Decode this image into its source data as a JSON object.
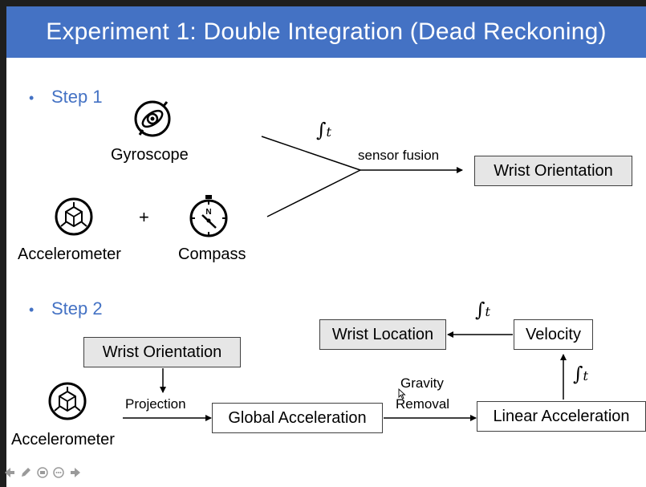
{
  "title": "Experiment 1: Double Integration (Dead Reckoning)",
  "step1": {
    "bullet": "•",
    "label": "Step 1",
    "gyroscope": "Gyroscope",
    "accelerometer": "Accelerometer",
    "plus": "+",
    "compass": "Compass",
    "compass_letter": "N",
    "integral": "∫",
    "integral_sub": "t",
    "fusion": "sensor fusion",
    "output": "Wrist Orientation"
  },
  "step2": {
    "bullet": "•",
    "label": "Step 2",
    "wrist_orientation": "Wrist Orientation",
    "accelerometer": "Accelerometer",
    "projection": "Projection",
    "global_acceleration": "Global Acceleration",
    "gravity_line1": "Gravity",
    "gravity_line2": "Removal",
    "linear_acceleration": "Linear Acceleration",
    "velocity": "Velocity",
    "wrist_location": "Wrist Location",
    "integral": "∫",
    "integral_sub": "t"
  },
  "nav_icons": [
    "arrow-left-icon",
    "pen-icon",
    "slides-icon",
    "more-icon",
    "arrow-right-icon"
  ],
  "colors": {
    "title_bg": "#4472c4",
    "step_text": "#4472c4",
    "box_fill": "#e6e6e6"
  }
}
